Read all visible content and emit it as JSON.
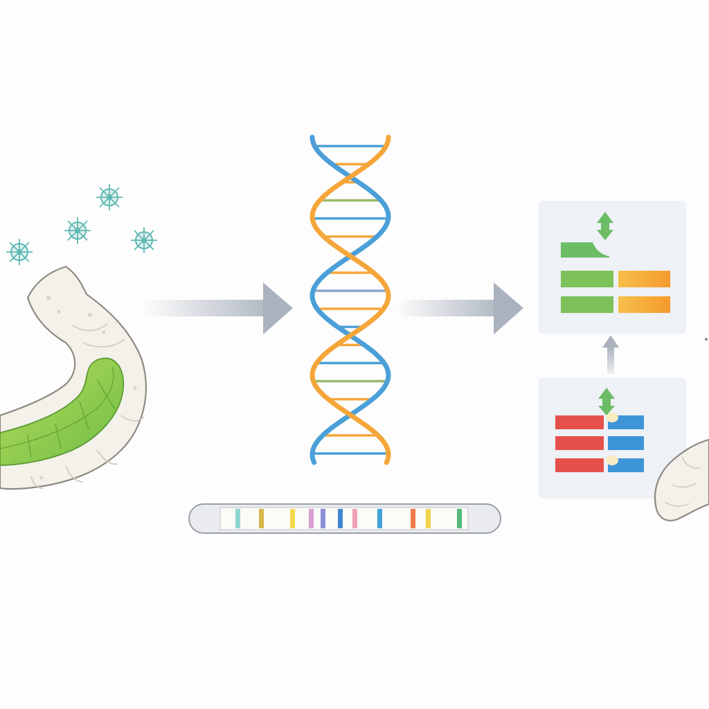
{
  "diagram": {
    "stages": [
      {
        "id": "infected-larva",
        "icon": "larva-icon"
      },
      {
        "id": "genome",
        "icon": "dna-helix-icon"
      },
      {
        "id": "expression-panels",
        "icon": "gene-expression-chart-icon"
      },
      {
        "id": "healthy-larva",
        "icon": "larva-icon"
      }
    ],
    "virus_particles": 4,
    "colors": {
      "background": "#fdfdfd",
      "strand_blue": "#4b9fd8",
      "strand_orange": "#f5a63a",
      "arrow": "#aab2bd",
      "larva_body": "#f4f1ea",
      "larva_gut": "#8fcb4a",
      "virus": "#5fb8b3",
      "panel_bg": "#eef1f6",
      "bar_green": "#7cc15a",
      "bar_orange": "#f7b43a",
      "bar_red": "#e5504a",
      "bar_blue": "#3d94d6",
      "up_arrow": "#6cbd66"
    },
    "gel_band_colors": [
      "#8dd6d0",
      "#d9b64a",
      "#f1da4c",
      "#d9a0d6",
      "#8b8ed9",
      "#3f86d2",
      "#f0a0b8",
      "#3fa3d9",
      "#f07b4a",
      "#f1d24a",
      "#55b87a"
    ]
  }
}
